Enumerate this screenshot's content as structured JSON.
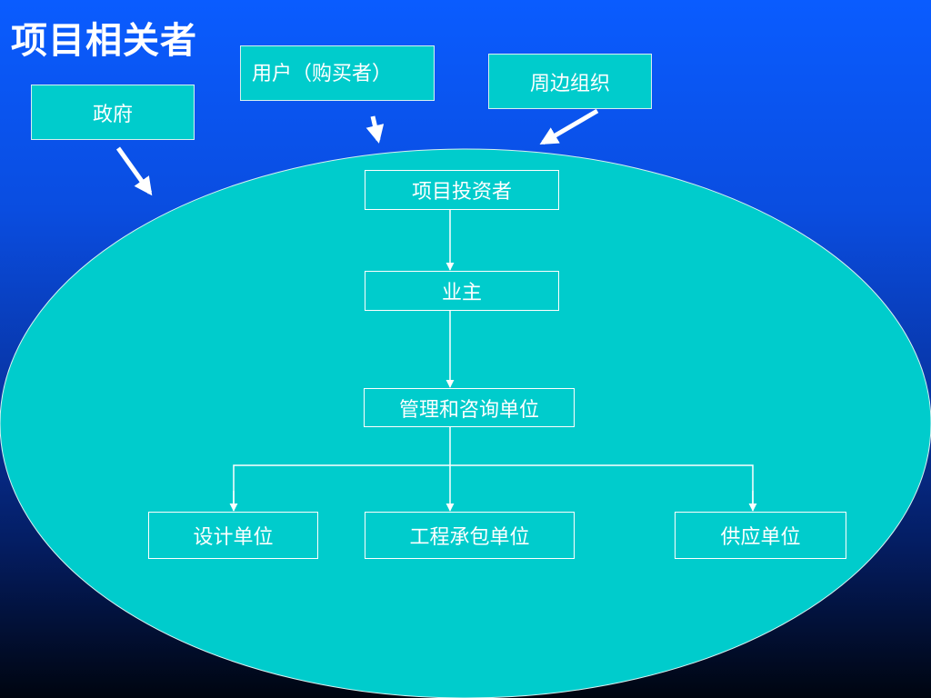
{
  "title": "项目相关者",
  "external": {
    "gov": "政府",
    "user": "用户（购买者）",
    "surround": "周边组织"
  },
  "nodes": {
    "investor": "项目投资者",
    "owner": "业主",
    "management": "管理和咨询单位",
    "design": "设计单位",
    "contractor": "工程承包单位",
    "supplier": "供应单位"
  },
  "colors": {
    "box_fill": "#00cccc",
    "ellipse_fill": "#00cccc",
    "line": "#ffffff",
    "background_top": "#0a5cff",
    "background_bottom": "#000510"
  }
}
